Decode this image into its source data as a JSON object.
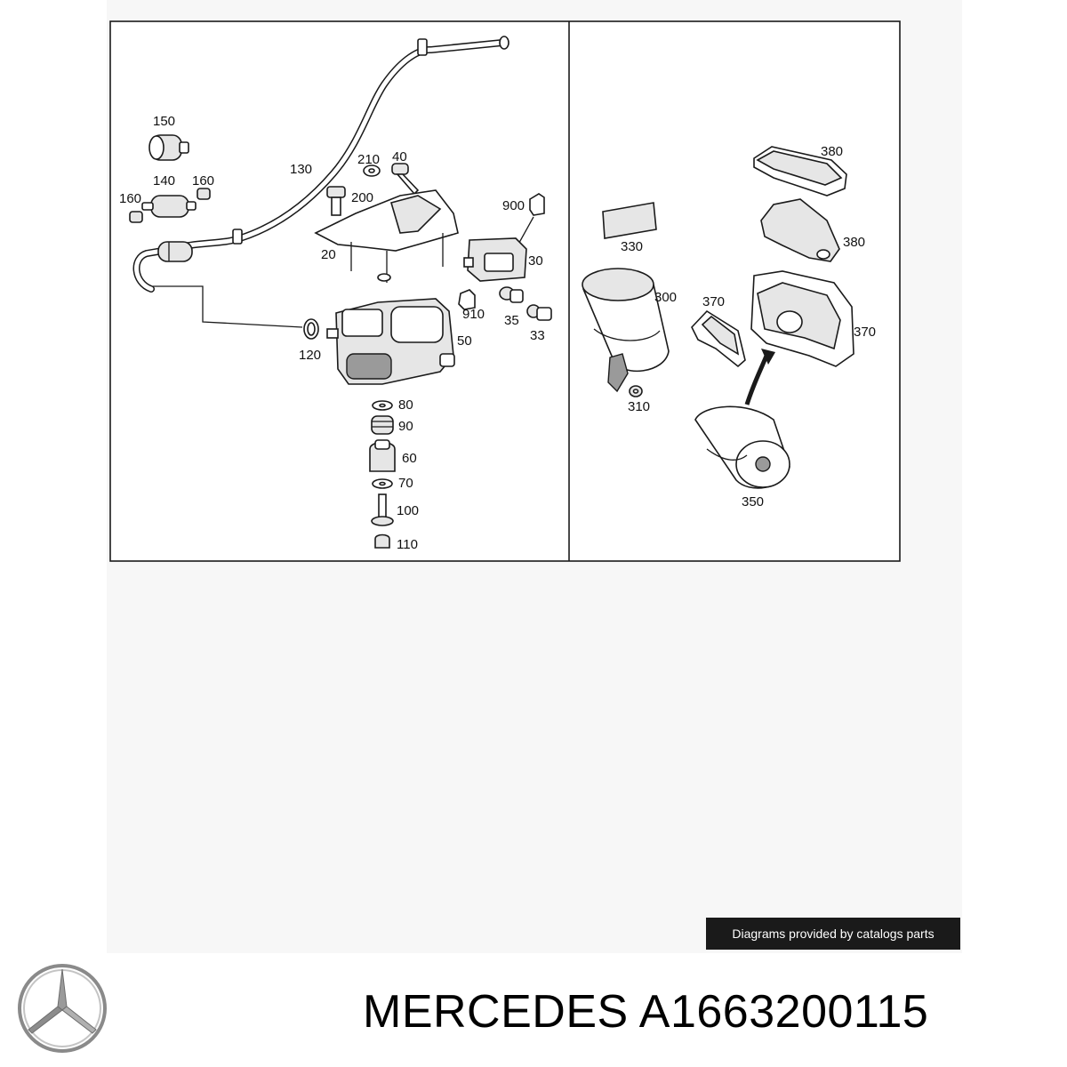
{
  "title": "MERCEDES A1663200115",
  "credit": "Diagrams provided by catalogs parts",
  "logo_icon": "mercedes-star-icon",
  "callouts": {
    "c150": "150",
    "c140": "140",
    "c160a": "160",
    "c160b": "160",
    "c130": "130",
    "c210": "210",
    "c40": "40",
    "c200": "200",
    "c900": "900",
    "c20": "20",
    "c30": "30",
    "c910": "910",
    "c35": "35",
    "c33": "33",
    "c120": "120",
    "c50": "50",
    "c80": "80",
    "c90": "90",
    "c60": "60",
    "c70": "70",
    "c100": "100",
    "c110": "110",
    "c380a": "380",
    "c330": "330",
    "c380b": "380",
    "c300": "300",
    "c370a": "370",
    "c370b": "370",
    "c310": "310",
    "c350": "350"
  }
}
